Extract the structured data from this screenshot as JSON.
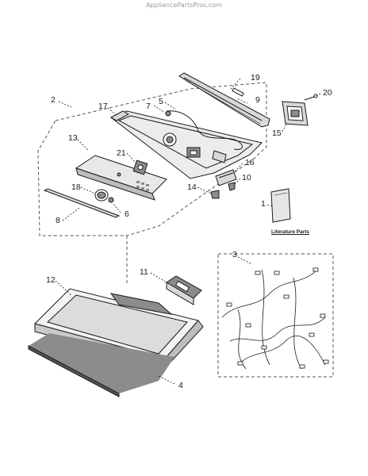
{
  "header": {
    "watermark": "AppliancePartsPros.com"
  },
  "callouts": {
    "c1": "1",
    "c2": "2",
    "c3": "3",
    "c4": "4",
    "c5": "5",
    "c6": "6",
    "c7": "7",
    "c8": "8",
    "c9": "9",
    "c10": "10",
    "c11": "11",
    "c12": "12",
    "c13": "13",
    "c14": "14",
    "c15": "15",
    "c16": "16",
    "c17": "17",
    "c18": "18",
    "c19": "19",
    "c20": "20",
    "c21": "21"
  },
  "literature": {
    "label": "Literature Parts"
  },
  "colors": {
    "line": "#1a1a1a",
    "dash": "#555555",
    "panel_fill": "#d9d9d9",
    "shadow_fill": "#8c8c8c"
  }
}
